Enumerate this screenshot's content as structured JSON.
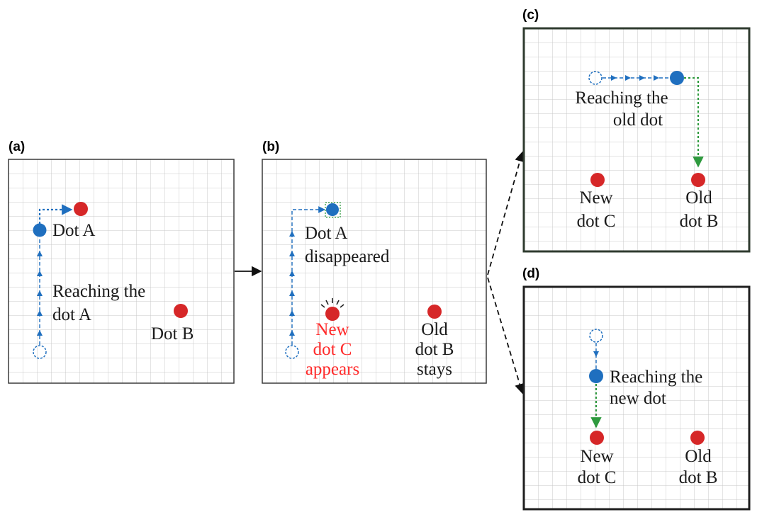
{
  "colors": {
    "grid": "#c8c8c8",
    "frame": "#3a3a3a",
    "frame_dark": "#2f3b2f",
    "blue": "#1f6fbf",
    "red": "#d62728",
    "green": "#2e9a3e",
    "text": "#1a1a1a",
    "highlight_red": "#ff2a2a"
  },
  "panels": {
    "a": {
      "letter": "(a)",
      "dot_a_label": "Dot A",
      "reach_label": [
        "Reaching the",
        "dot A"
      ],
      "dot_b_label": "Dot B"
    },
    "b": {
      "letter": "(b)",
      "dot_a_label": [
        "Dot A",
        "disappeared"
      ],
      "new_dot_label": [
        "New",
        "dot C",
        "appears"
      ],
      "old_dot_label": [
        "Old",
        "dot B",
        "stays"
      ]
    },
    "c": {
      "letter": "(c)",
      "reach_label": [
        "Reaching the",
        "old dot"
      ],
      "new_dot_label": [
        "New",
        "dot C"
      ],
      "old_dot_label": [
        "Old",
        "dot B"
      ]
    },
    "d": {
      "letter": "(d)",
      "reach_label": [
        "Reaching the",
        "new dot"
      ],
      "new_dot_label": [
        "New",
        "dot C"
      ],
      "old_dot_label": [
        "Old",
        "dot B"
      ]
    }
  },
  "icons": {
    "start_marker": "dashed-circle-icon",
    "target": "filled-circle-icon",
    "pointer": "filled-circle-icon",
    "flash": "flash-rays-icon",
    "arrow": "arrowhead-icon"
  }
}
